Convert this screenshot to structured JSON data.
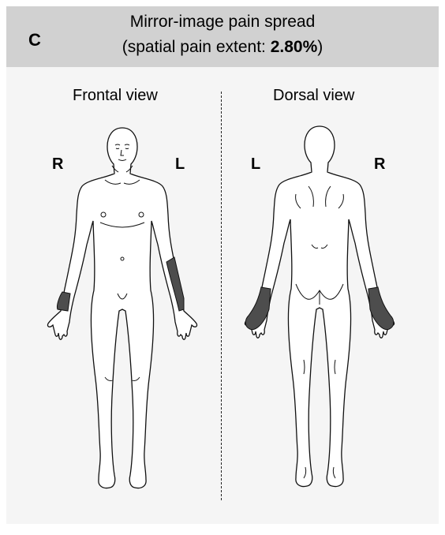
{
  "panel": {
    "letter": "C",
    "title_line1": "Mirror-image pain spread",
    "title_line2_prefix": "(spatial pain extent: ",
    "title_line2_value": "2.80%",
    "title_line2_suffix": ")"
  },
  "views": {
    "frontal": {
      "label": "Frontal view",
      "left_side": "R",
      "right_side": "L",
      "shaded_regions": [
        "right wrist",
        "left forearm"
      ]
    },
    "dorsal": {
      "label": "Dorsal view",
      "left_side": "L",
      "right_side": "R",
      "shaded_regions": [
        "left hand",
        "right hand"
      ]
    }
  },
  "colors": {
    "header_bg": "#d1d1d1",
    "body_bg": "#f5f5f5",
    "pain_fill": "#4d4d4d",
    "outline": "#111111"
  }
}
